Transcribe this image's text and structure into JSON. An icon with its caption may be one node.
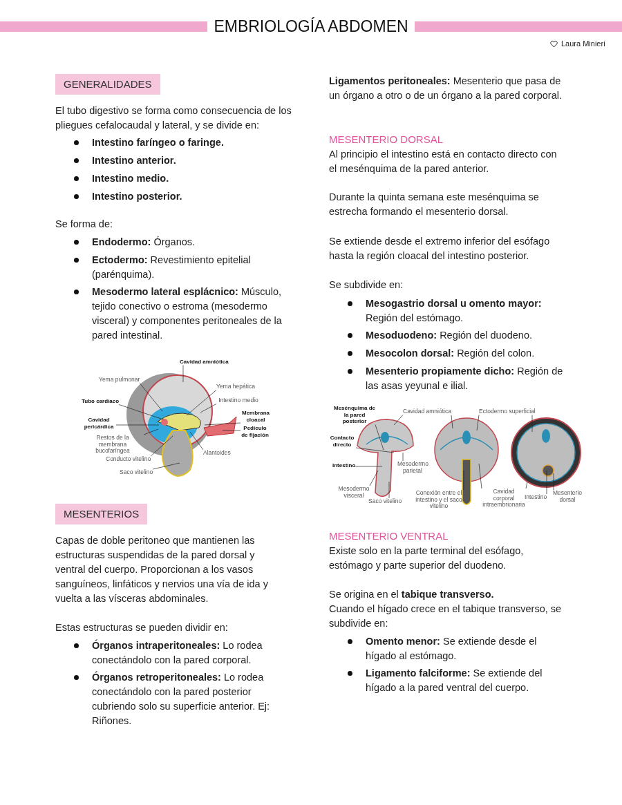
{
  "diagram": {
    "title": "EMBRIOLOGÍA ABDOMEN",
    "nodes": [
      {
        "text": [
          "GENERALIDADES"
        ]
      },
      {
        "text": [],
        "shape": "picture"
      },
      {
        "text": [
          "Cavidad amniótica"
        ]
      },
      {
        "text": [
          "Yema pulmonar"
        ]
      },
      {
        "text": [
          "Yema hepática"
        ]
      },
      {
        "text": [
          "Tubo cardíaco"
        ]
      },
      {
        "text": [
          "Intestino medio"
        ]
      },
      {
        "text": [
          "Membrana cloacal"
        ]
      },
      {
        "text": [
          "Cavidad pericárdica"
        ]
      },
      {
        "text": [
          "Pedículo de fijación"
        ]
      },
      {
        "text": [
          "Restos de la membrana bucofaríngea"
        ]
      },
      {
        "text": [
          "Alantoides"
        ]
      },
      {
        "text": [
          "Conducto vitelino"
        ]
      },
      {
        "text": [
          "Saco vitelino"
        ]
      },
      {
        "text": [
          "MESENTERIOS"
        ]
      },
      {
        "text": [],
        "shape": "picture"
      },
      {
        "text": [],
        "shape": "picture"
      },
      {
        "text": [],
        "shape": "picture"
      },
      {
        "text": [
          "Mesénquima de la pared posterior"
        ]
      },
      {
        "text": [
          "Cavidad amniótica"
        ]
      },
      {
        "text": [
          "Ectodermo superficial"
        ]
      },
      {
        "text": [
          "Contacto directo"
        ]
      },
      {
        "text": [
          "Intestino"
        ]
      },
      {
        "text": [
          "Mesodermo parietal"
        ]
      },
      {
        "text": [
          "Mesodermo visceral"
        ]
      },
      {
        "text": [
          "Saco vitelino"
        ]
      },
      {
        "text": [
          "Conexión entre el intestino y el saco vitelino"
        ]
      },
      {
        "text": [
          "Cavidad corporal intraembrionaria"
        ]
      },
      {
        "text": [
          "Intestino"
        ]
      },
      {
        "text": [
          "Mesenterio dorsal"
        ]
      }
    ],
    "edges": [
      {
        "from": 2,
        "to": 1,
        "arrow": "none"
      },
      {
        "from": 3,
        "to": 1,
        "arrow": "none"
      },
      {
        "from": 4,
        "to": 1,
        "arrow": "none"
      },
      {
        "from": 5,
        "to": 1,
        "arrow": "none"
      },
      {
        "from": 6,
        "to": 1,
        "arrow": "none"
      },
      {
        "from": 7,
        "to": 1,
        "arrow": "none"
      },
      {
        "from": 8,
        "to": 1,
        "arrow": "none"
      },
      {
        "from": 9,
        "to": 1,
        "arrow": "none"
      },
      {
        "from": 10,
        "to": 1,
        "arrow": "none"
      },
      {
        "from": 11,
        "to": 1,
        "arrow": "none"
      },
      {
        "from": 12,
        "to": 1,
        "arrow": "none"
      },
      {
        "from": 13,
        "to": 1,
        "arrow": "none"
      },
      {
        "from": 18,
        "to": 15,
        "arrow": "none"
      },
      {
        "from": 19,
        "to": 15,
        "arrow": "none"
      },
      {
        "from": 19,
        "to": 16,
        "arrow": "none"
      },
      {
        "from": 20,
        "to": 16,
        "arrow": "none"
      },
      {
        "from": 20,
        "to": 17,
        "arrow": "none"
      },
      {
        "from": 21,
        "to": 15,
        "arrow": "none"
      },
      {
        "from": 22,
        "to": 15,
        "arrow": "none"
      },
      {
        "from": 23,
        "to": 15,
        "arrow": "none"
      },
      {
        "from": 24,
        "to": 15,
        "arrow": "none"
      },
      {
        "from": 25,
        "to": 15,
        "arrow": "none"
      },
      {
        "from": 26,
        "to": 16,
        "arrow": "none"
      },
      {
        "from": 27,
        "to": 16,
        "arrow": "none"
      },
      {
        "from": 27,
        "to": 17,
        "arrow": "none"
      },
      {
        "from": 28,
        "to": 17,
        "arrow": "none"
      },
      {
        "from": 29,
        "to": 17,
        "arrow": "none"
      }
    ],
    "labels": [
      "Laura Minieri",
      "El tubo digestivo se forma como consecuencia de los pliegues cefalocaudal y lateral, y se divide en:",
      "Intestino faríngeo o faringe.",
      "Intestino anterior.",
      "Intestino medio.",
      "Intestino posterior.",
      "Se forma de:",
      "**Endodermo:** Órganos.",
      "**Ectodermo:** Revestimiento epitelial (parénquima).",
      "**Mesodermo lateral esplácnico:** Músculo, tejido conectivo o estroma (mesodermo visceral) y componentes peritoneales de la pared intestinal.",
      "Capas de doble peritoneo que mantienen las estructuras suspendidas de la pared dorsal y ventral del cuerpo. Proporcionan a los vasos sanguíneos, linfáticos y nervios una vía de ida y vuelta a las vísceras abdominales.",
      "Estas estructuras se pueden dividir en:",
      "**Órganos intraperitoneales:** Lo rodea conectándolo con la pared corporal.",
      "**Órganos retroperitoneales:** Lo rodea conectándolo con la pared posterior cubriendo solo su superficie anterior. Ej: Riñones.",
      "**Ligamentos peritoneales:** Mesenterio que pasa de un órgano a otro o de un órgano a la pared corporal.",
      "MESENTERIO DORSAL",
      "Al principio el intestino está en contacto directo con el mesénquima de la pared anterior.",
      "Durante la quinta semana este mesénquima se estrecha formando el mesenterio dorsal.",
      "Se extiende desde el extremo inferior del esófago hasta la región cloacal del intestino posterior.",
      "Se subdivide en:",
      "**Mesogastrio dorsal u omento mayor:** Región del estómago.",
      "**Mesoduodeno:** Región del duodeno.",
      "**Mesocolon dorsal:** Región del colon.",
      "**Mesenterio propiamente dicho:** Región de las asas yeyunal e ilial.",
      "MESENTERIO VENTRAL",
      "Existe solo en la parte terminal del esófago, estómago y parte superior del duodeno.",
      "Se origina en el **tabique transverso.**",
      "Cuando el hígado crece en el tabique transverso, se subdivide en:",
      "**Omento menor:** Se extiende desde el hígado al estómago.",
      "**Ligamento falciforme:** Se extiende del hígado a la pared ventral del cuerpo."
    ]
  }
}
